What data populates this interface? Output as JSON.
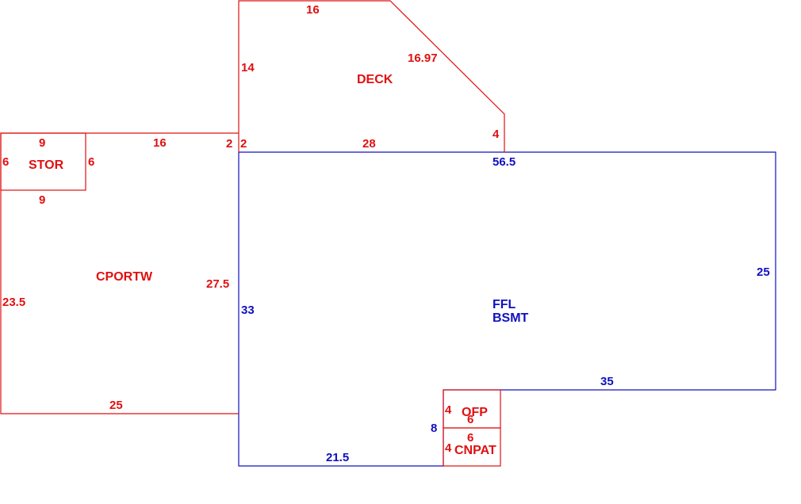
{
  "colors": {
    "red": "#e01010",
    "blue": "#1010c0"
  },
  "areas": {
    "deck": {
      "label": "DECK",
      "dims": {
        "top": "16",
        "diagonal": "16.97",
        "left": "14",
        "right": "4",
        "bottom": "28",
        "offset": "2"
      }
    },
    "stor": {
      "label": "STOR",
      "dims": {
        "top": "9",
        "left": "6",
        "right": "6",
        "bottom": "9"
      }
    },
    "cportw": {
      "label": "CPORTW",
      "dims": {
        "top": "16",
        "offset": "2",
        "left": "23.5",
        "right": "27.5",
        "bottom": "25"
      }
    },
    "main": {
      "label_line1": "FFL",
      "label_line2": "BSMT",
      "dims": {
        "top": "56.5",
        "right": "25",
        "bottom_right": "35",
        "left": "33",
        "bottom_left": "21.5",
        "notch": "8"
      }
    },
    "ofp": {
      "label": "OFP",
      "dims": {
        "left": "4",
        "right": "6"
      }
    },
    "cnpat": {
      "label": "CNPAT",
      "dims": {
        "left": "4",
        "top": "6"
      }
    }
  }
}
